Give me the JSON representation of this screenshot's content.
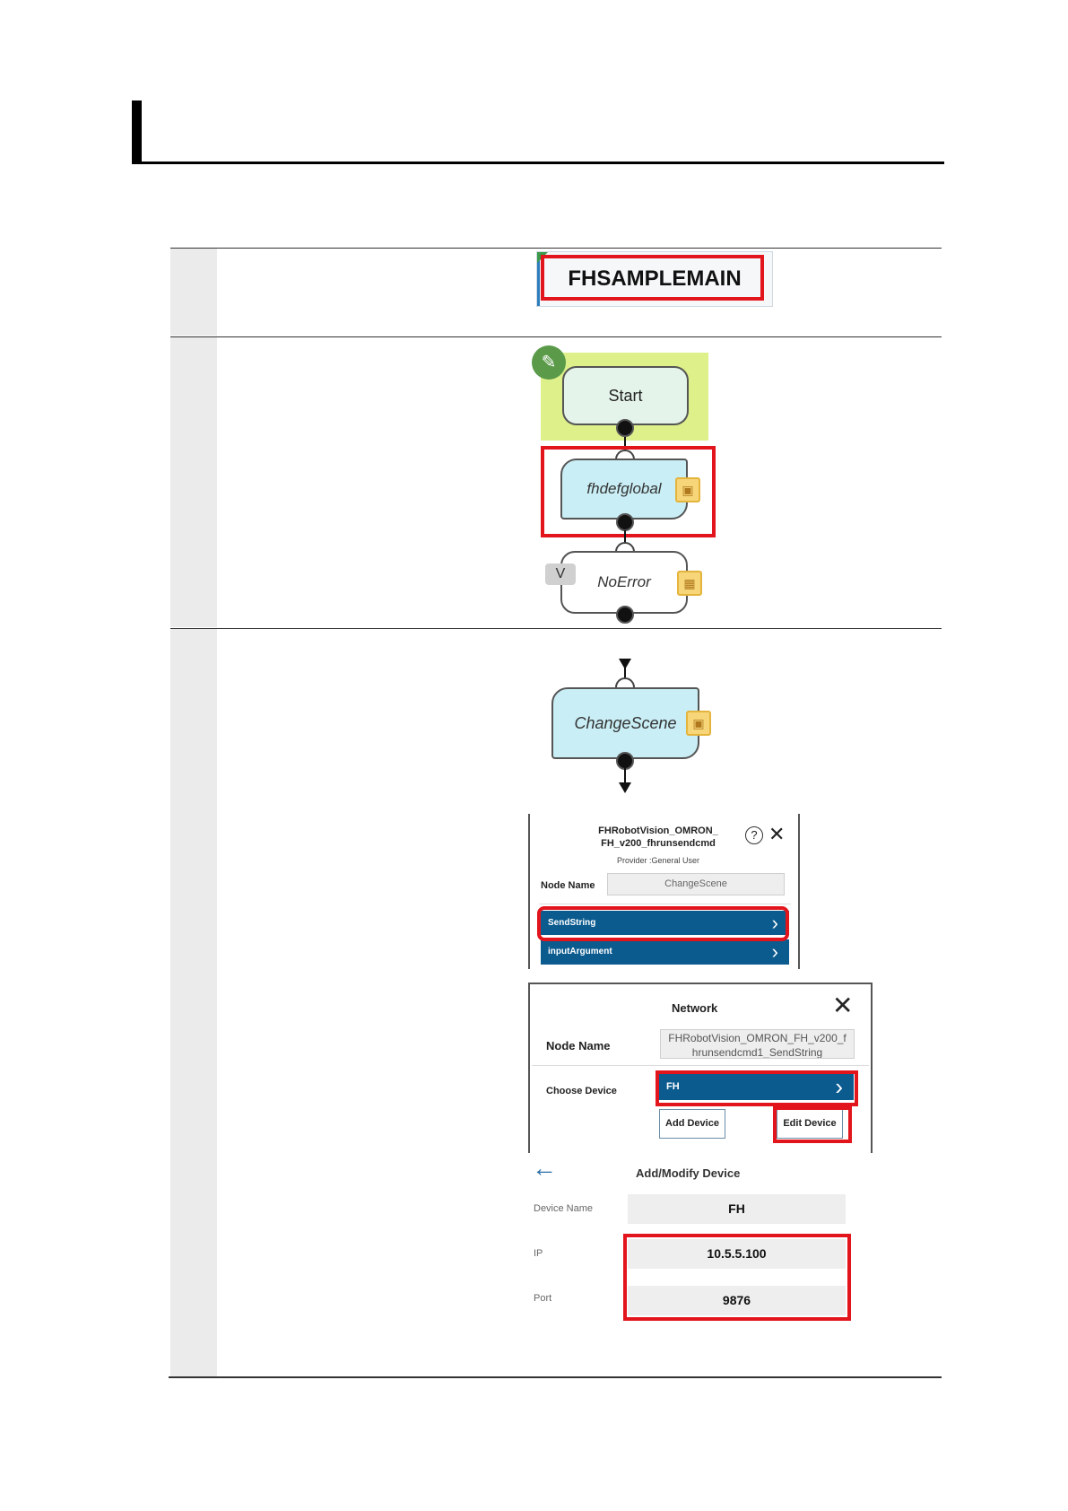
{
  "step1": {
    "program_name": "FHSAMPLEMAIN"
  },
  "flow1": {
    "start": "Start",
    "node2": "fhdefglobal",
    "node3_badge": "V",
    "node3": "NoError"
  },
  "flow2": {
    "node": "ChangeScene"
  },
  "dialog1": {
    "title_line1": "FHRobotVision_OMRON_",
    "title_line2": "FH_v200_fhrunsendcmd",
    "help": "?",
    "close": "✕",
    "provider": "Provider :General User",
    "node_name_label": "Node Name",
    "node_name_value": "ChangeScene",
    "row1": "SendString",
    "row2": "inputArgument",
    "chevron": "›"
  },
  "dialog2": {
    "title": "Network",
    "close": "✕",
    "node_name_label": "Node Name",
    "node_name_value_line1": "FHRobotVision_OMRON_FH_v200_f",
    "node_name_value_line2": "hrunsendcmd1_SendString",
    "choose_device_label": "Choose Device",
    "device": "FH",
    "chevron": "›",
    "add_device": "Add Device",
    "edit_device": "Edit Device"
  },
  "dialog3": {
    "back": "←",
    "title": "Add/Modify Device",
    "device_name_label": "Device Name",
    "device_name_value": "FH",
    "ip_label": "IP",
    "ip_value": "10.5.5.100",
    "port_label": "Port",
    "port_value": "9876"
  }
}
